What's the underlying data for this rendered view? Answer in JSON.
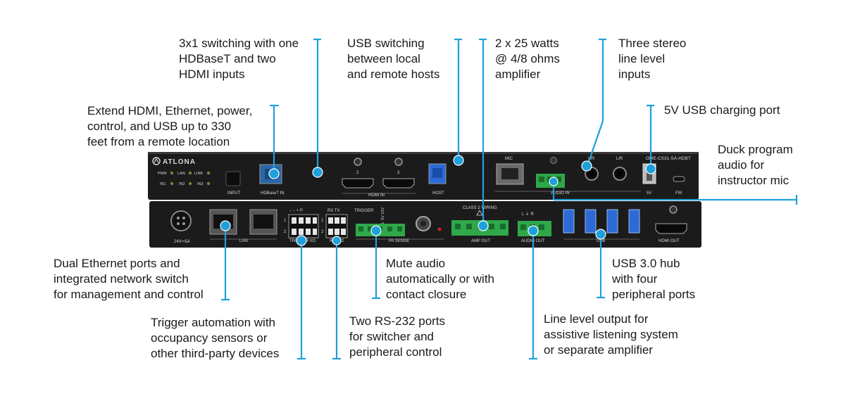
{
  "brand": "ATLONA",
  "model_label": "OME-CS31-SA-HDBT",
  "callouts": {
    "switching": "3x1 switching with one\nHDBaseT and two\nHDMI inputs",
    "usb_switching": "USB switching\nbetween local\nand remote hosts",
    "amplifier": "2 x 25 watts\n@ 4/8 ohms\namplifier",
    "line_inputs": "Three stereo\nline level\ninputs",
    "usb_charging": "5V USB charging port",
    "extend": "Extend HDMI, Ethernet, power,\ncontrol, and USB up to 330\nfeet from a remote location",
    "duck": "Duck program\naudio for\ninstructor mic",
    "ethernet": "Dual Ethernet ports and\nintegrated network switch\nfor management and control",
    "mute": "Mute audio\nautomatically or with\ncontact closure",
    "usb_hub": "USB 3.0 hub\nwith four\nperipheral ports",
    "trigger": "Trigger automation with\noccupancy sensors or\nother third-party devices",
    "rs232": "Two RS-232 ports\nfor switcher and\nperipheral control",
    "line_out": "Line level output for\nassistive listening system\nor separate amplifier"
  },
  "front_panel": {
    "led_pwr": "PWR",
    "led_lan": "LAN",
    "led_link": "LINK",
    "led_in1": "IN1",
    "led_in2": "IN2",
    "led_in3": "IN3",
    "input": "INPUT",
    "hdbaset_in": "HDBaseT IN",
    "hdmi_in": "HDMI IN",
    "hdmi_2": "2",
    "hdmi_3": "3",
    "host": "HOST",
    "mic": "MIC",
    "audio_in": "AUDIO IN",
    "lr1": "L/R",
    "lr2": "L/R",
    "usb_5v": "5V",
    "fw": "FW"
  },
  "rear_panel": {
    "power": "24V⎓5A",
    "lan": "LAN",
    "trigger_io": "TRIGGER I/O",
    "rs232": "RS-232",
    "rx_tx": "RX TX",
    "trigger": "TRIGGER",
    "pa_sense": "PA SENSE",
    "class2": "CLASS 2 WIRING",
    "amp_out": "AMP OUT",
    "audio_out": "AUDIO OUT",
    "usb": "USB",
    "hdmi_out": "HDMI OUT"
  },
  "colors": {
    "accent": "#1ea0dc",
    "chassis": "#1b1b1b",
    "connector_green": "#2fa84a",
    "usb_blue": "#2c6bd6"
  }
}
